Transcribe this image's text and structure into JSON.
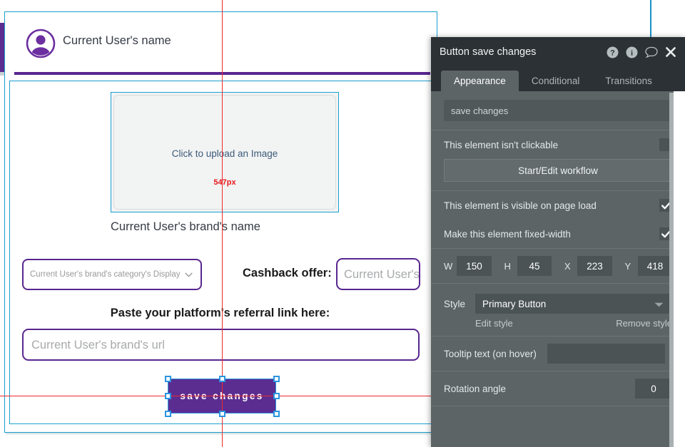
{
  "canvas": {
    "header": {
      "avatar_icon": "user-avatar-icon",
      "user_name": "Current User's name"
    },
    "uploader": {
      "label": "Click to upload an Image",
      "size_badge": "547px"
    },
    "brand_name_text": "Current User's brand's name",
    "category_dropdown": {
      "value": "Current User's brand's category's Display",
      "caret_icon": "chevron-down-icon"
    },
    "cashback": {
      "label": "Cashback offer:",
      "input_placeholder": "Current User's"
    },
    "referral": {
      "label": "Paste your platform's referral link here:",
      "input_placeholder": "Current User's brand's url"
    },
    "save_button": {
      "label": "save changes"
    },
    "colors": {
      "brand_purple": "#59268f",
      "button_purple": "#5b2d91",
      "selection_blue": "#2a94df",
      "guide_red": "#ef2b2b",
      "frame_blue": "#1b9fd0"
    }
  },
  "panel": {
    "title": "Button save changes",
    "icons": [
      {
        "name": "help-icon",
        "glyph": "?"
      },
      {
        "name": "info-icon",
        "glyph": "i"
      },
      {
        "name": "comment-icon",
        "glyph": "speech-bubble"
      },
      {
        "name": "close-icon",
        "glyph": "x"
      }
    ],
    "tabs": [
      {
        "label": "Appearance",
        "active": true
      },
      {
        "label": "Conditional",
        "active": false
      },
      {
        "label": "Transitions",
        "active": false
      }
    ],
    "element_name": "save changes",
    "clickable": {
      "label": "This element isn't clickable",
      "checked": false
    },
    "workflow_button": "Start/Edit workflow",
    "visible_on_load": {
      "label": "This element is visible on page load",
      "checked": true
    },
    "fixed_width": {
      "label": "Make this element fixed-width",
      "checked": true
    },
    "geometry": [
      {
        "key": "W",
        "value": "150"
      },
      {
        "key": "H",
        "value": "45"
      },
      {
        "key": "X",
        "value": "223"
      },
      {
        "key": "Y",
        "value": "418"
      }
    ],
    "style": {
      "label": "Style",
      "value": "Primary Button",
      "caret_icon": "chevron-down-icon",
      "edit_link": "Edit style",
      "remove_link": "Remove style"
    },
    "tooltip": {
      "label": "Tooltip text (on hover)",
      "value": ""
    },
    "rotation": {
      "label": "Rotation angle",
      "value": "0"
    }
  }
}
